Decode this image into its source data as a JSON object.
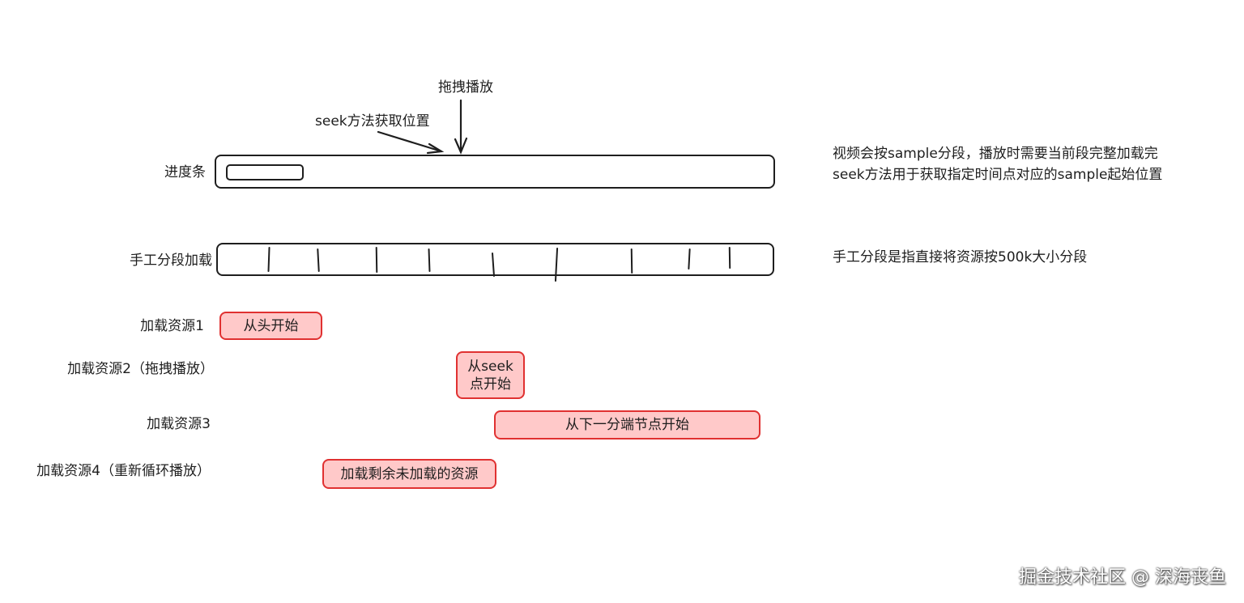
{
  "annotations": {
    "drag_play": "拖拽播放",
    "seek_get_position": "seek方法获取位置"
  },
  "progress_bar": {
    "label": "进度条"
  },
  "manual_segment": {
    "label": "手工分段加载"
  },
  "notes": {
    "line1": "视频会按sample分段，播放时需要当前段完整加载完",
    "line2": "seek方法用于获取指定时间点对应的sample起始位置",
    "line3": "手工分段是指直接将资源按500k大小分段"
  },
  "loads": [
    {
      "label": "加载资源1",
      "box_text": "从头开始"
    },
    {
      "label": "加载资源2（拖拽播放）",
      "box_text_line1": "从seek",
      "box_text_line2": "点开始"
    },
    {
      "label": "加载资源3",
      "box_text": "从下一分端节点开始"
    },
    {
      "label": "加载资源4（重新循环播放）",
      "box_text": "加载剩余未加载的资源"
    }
  ],
  "watermark": "掘金技术社区 @ 深海丧鱼",
  "colors": {
    "stroke": "#1e1e1e",
    "box_fill": "#ffc9c9",
    "box_stroke": "#e03131"
  }
}
